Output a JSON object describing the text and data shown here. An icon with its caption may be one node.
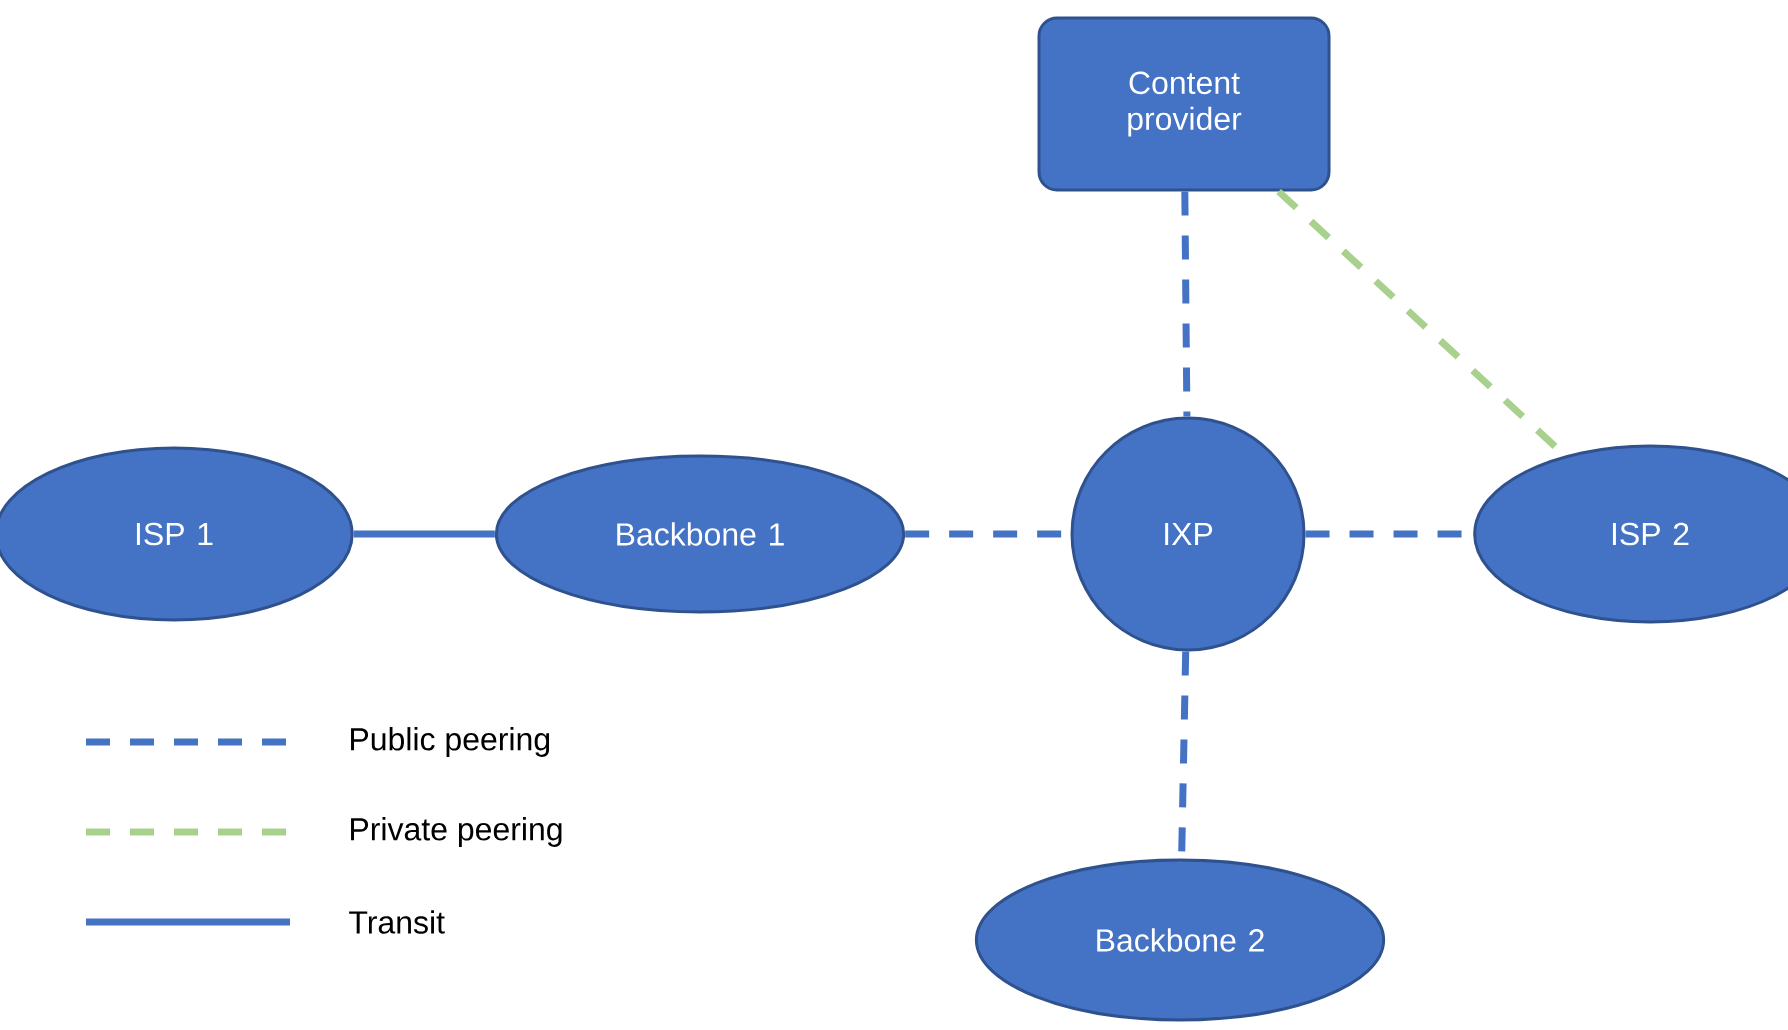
{
  "diagram": {
    "nodes": [
      {
        "text": [
          "Content provider"
        ]
      },
      {
        "text": [
          "ISP 1"
        ]
      },
      {
        "text": [
          "Backbone 1"
        ]
      },
      {
        "text": [
          "IXP"
        ]
      },
      {
        "text": [
          "ISP 2"
        ]
      },
      {
        "text": [
          "Backbone 2"
        ]
      }
    ],
    "edges": [
      {
        "from": 1,
        "to": 2,
        "arrow": "none"
      },
      {
        "from": 2,
        "to": 3,
        "arrow": "none",
        "style": "dashed"
      },
      {
        "from": 0,
        "to": 3,
        "arrow": "none",
        "style": "dashed"
      },
      {
        "from": 3,
        "to": 4,
        "arrow": "none",
        "style": "dashed"
      },
      {
        "from": 3,
        "to": 5,
        "arrow": "none",
        "style": "dashed"
      },
      {
        "from": 0,
        "to": 4,
        "arrow": "none",
        "style": "dashed",
        "color": "#a9d18e"
      }
    ],
    "legend": [
      {
        "text": "Public peering"
      },
      {
        "text": "Private peering"
      },
      {
        "text": "Transit"
      }
    ]
  }
}
